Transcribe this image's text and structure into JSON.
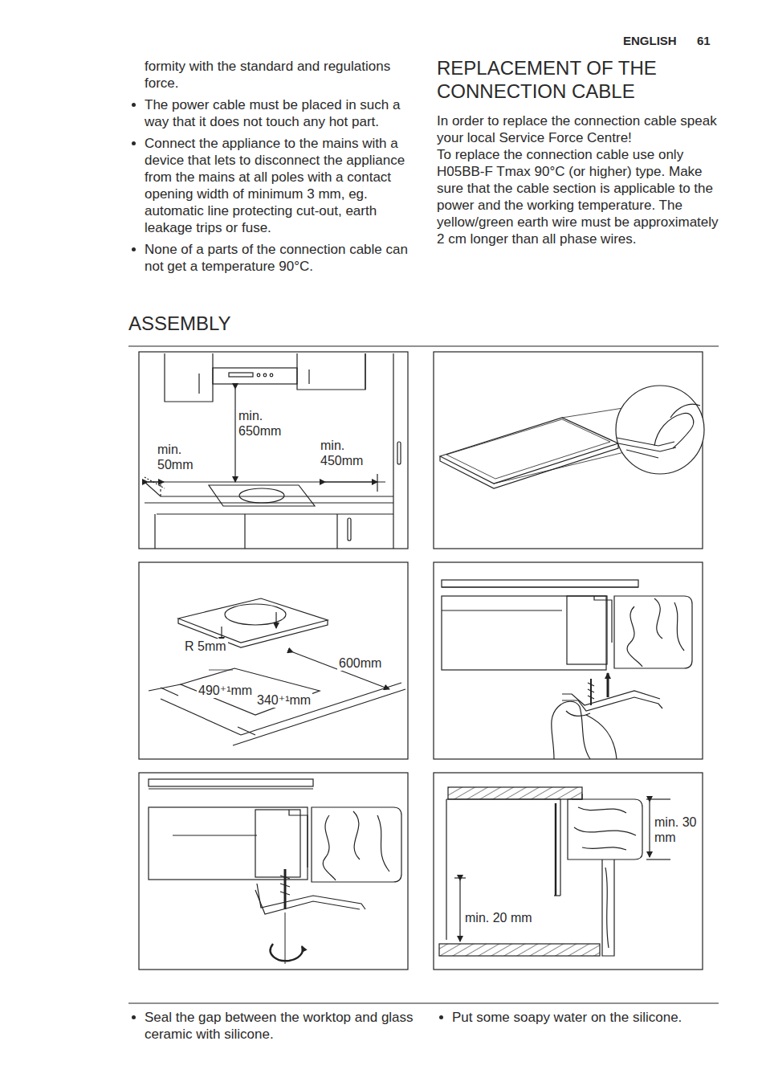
{
  "diagram": {
    "labels": [
      "ENGLISH",
      "61",
      "formity with the standard and regulations force.",
      "The power cable must be placed in such a way that it does not touch any hot part.",
      "Connect the appliance to the mains with a device that lets to disconnect the appliance from the mains at all poles with a contact opening width of minimum 3 mm, eg. automatic line protecting cut-out, earth leakage trips or fuse.",
      "None of a parts of the connection cable can not get a temperature 90°C.",
      "REPLACEMENT OF THE CONNECTION CABLE",
      "In order to replace the connection cable speak your local Service Force Centre!",
      "To replace the connection cable use only H05BB-F Tmax 90°C (or higher) type. Make sure that the cable section is applicable to the power and the working temperature. The yellow/green earth wire must be approximately 2 cm longer than all phase wires.",
      "ASSEMBLY",
      "min. 650mm",
      "min. 50mm",
      "min. 450mm",
      "R 5mm",
      "600mm",
      "490⁺¹mm",
      "340⁺¹mm",
      "min. 30 mm",
      "min. 20 mm",
      "Seal the gap between the worktop and glass ceramic with silicone.",
      "Put some soapy water on the silicone."
    ]
  }
}
